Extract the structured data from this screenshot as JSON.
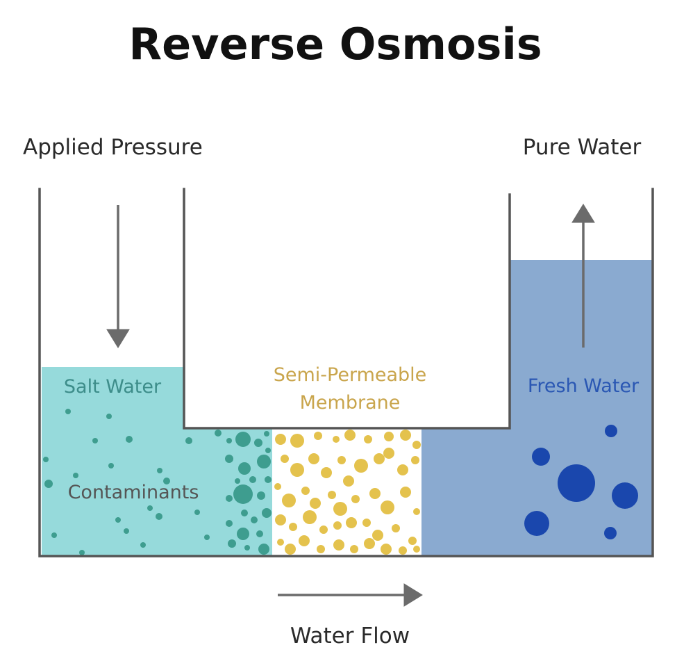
{
  "title": "Reverse Osmosis",
  "labels": {
    "applied_pressure": "Applied Pressure",
    "pure_water": "Pure Water",
    "salt_water": "Salt Water",
    "contaminants": "Contaminants",
    "membrane_line1": "Semi-Permeable",
    "membrane_line2": "Membrane",
    "fresh_water": "Fresh Water",
    "water_flow": "Water Flow"
  },
  "colors": {
    "salt_water": "#96dadb",
    "contaminant_dot": "#3e9d8f",
    "membrane_dot": "#e4c24d",
    "fresh_water": "#8aaad0",
    "fresh_dot": "#1a47ad",
    "arrow": "#6b6b6b",
    "tank_line": "#555555",
    "salt_label": "#3d8d8a",
    "membrane_label": "#c9a54c",
    "fresh_label": "#2a57b3",
    "contaminants_label": "#555555"
  },
  "icons": {
    "pressure_arrow": "arrow-down-icon",
    "pure_water_arrow": "arrow-up-icon",
    "flow_arrow": "arrow-right-icon"
  }
}
